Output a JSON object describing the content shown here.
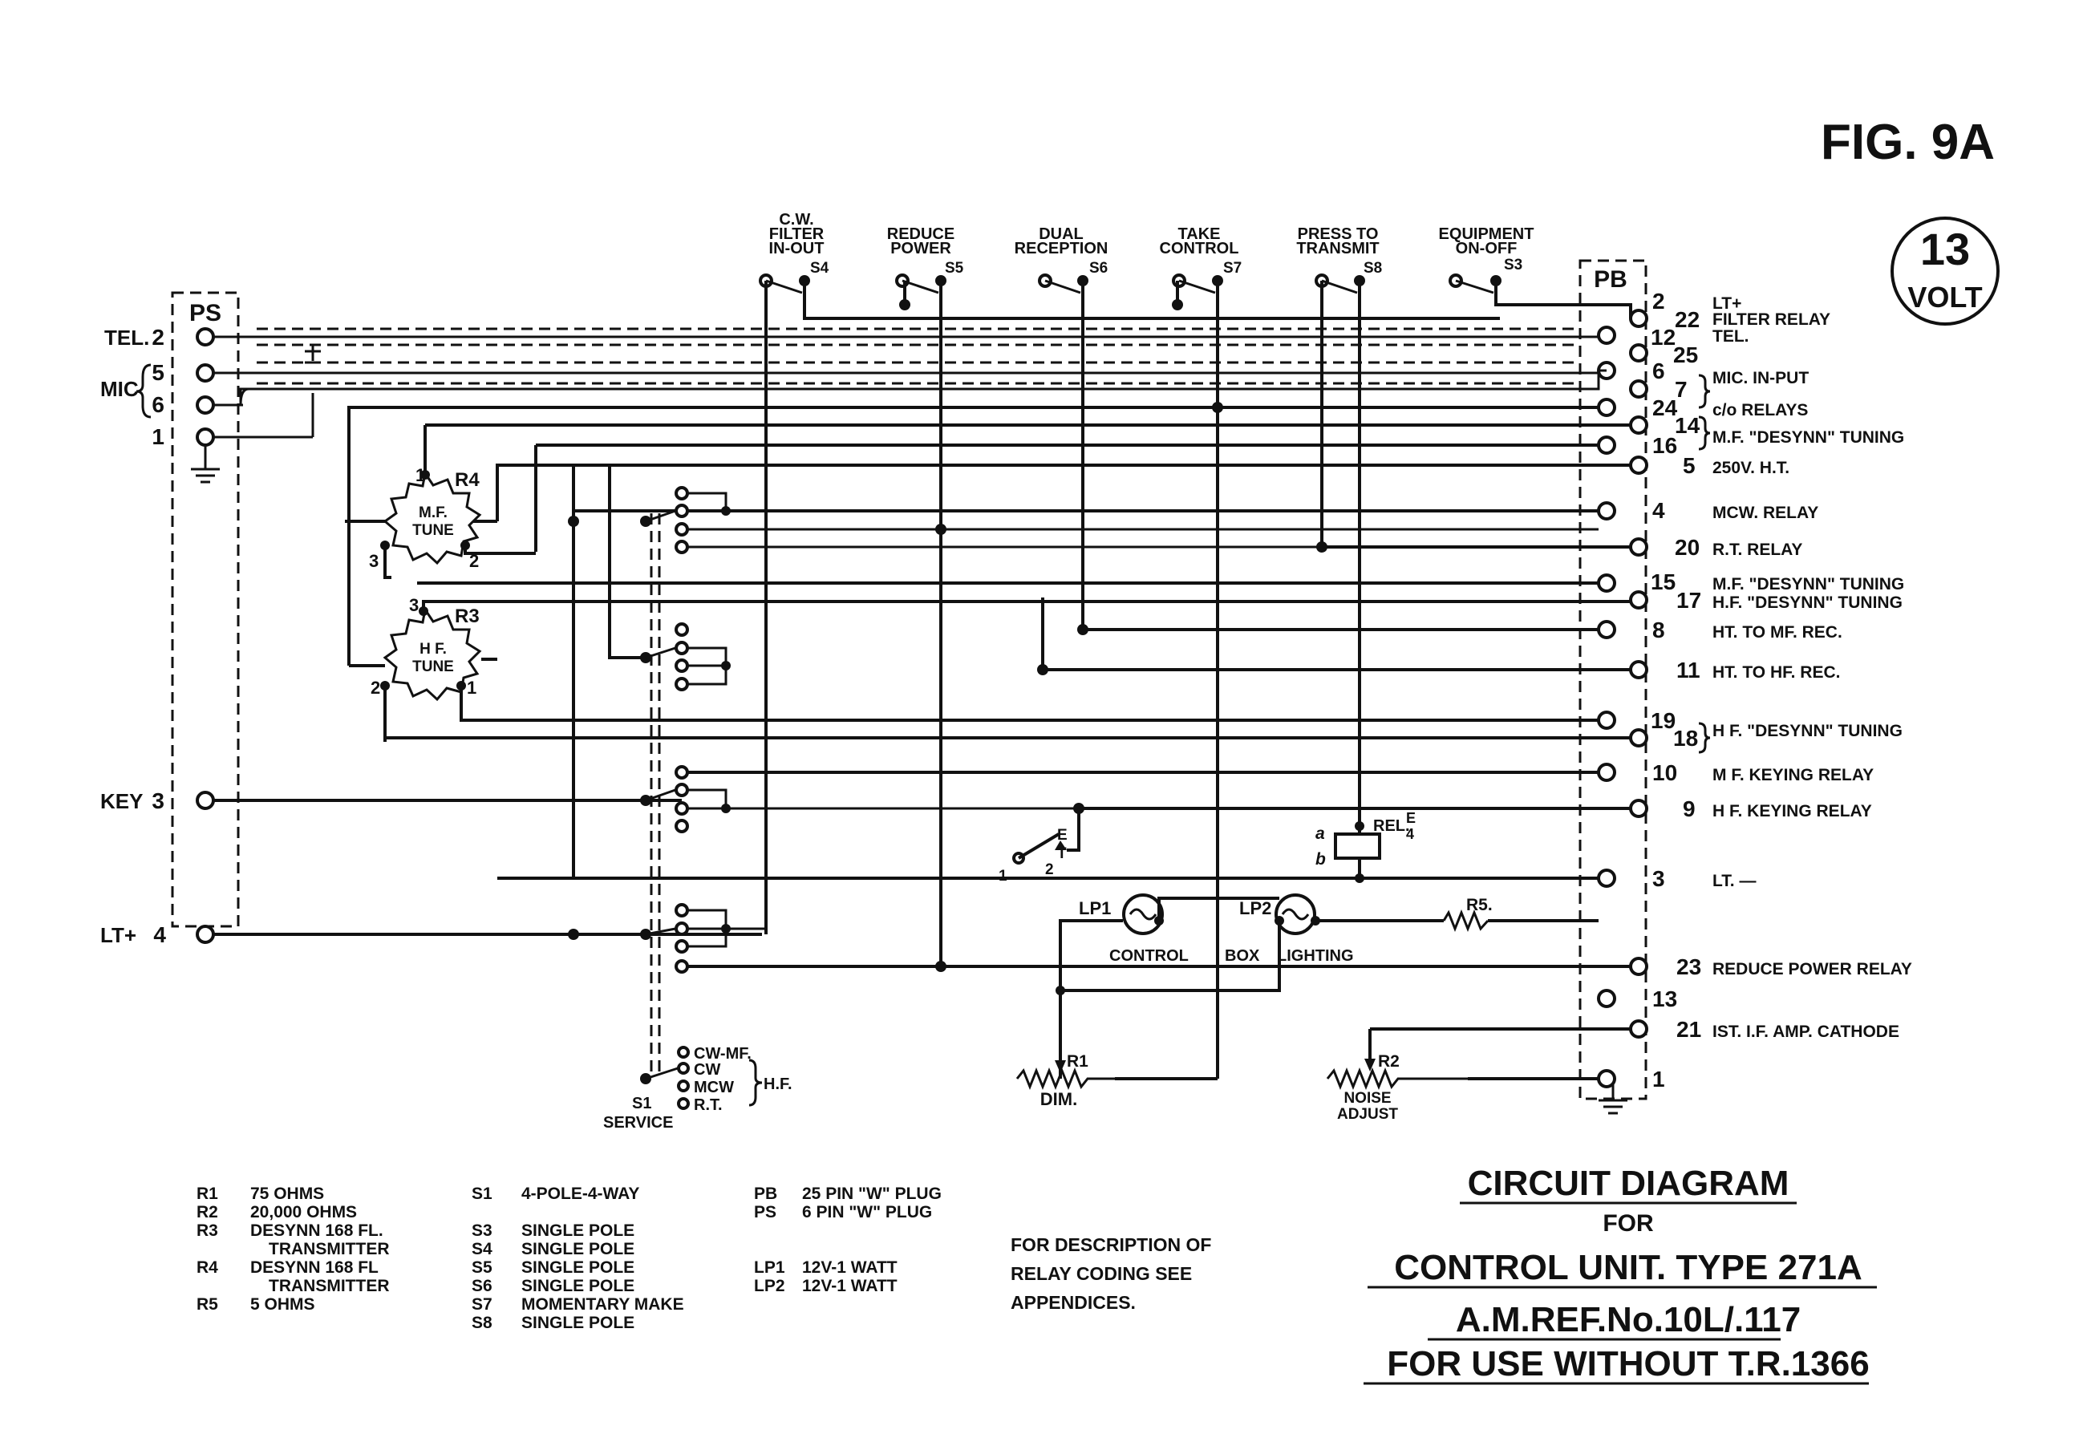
{
  "fig_label": "FIG. 9A",
  "volt_badge": {
    "num": "13",
    "word": "VOLT"
  },
  "ps": {
    "title": "PS",
    "pins": [
      {
        "name": "TEL.",
        "num": "2"
      },
      {
        "name": "",
        "num": "5"
      },
      {
        "name": "",
        "num": "6"
      },
      {
        "name": "",
        "num": "1"
      },
      {
        "name": "KEY",
        "num": "3"
      },
      {
        "name": "LT+",
        "num": "4"
      }
    ],
    "mic_label": "MIC"
  },
  "pb": {
    "title": "PB",
    "pins": [
      {
        "num": "2",
        "label": "LT+"
      },
      {
        "num": "22",
        "label": "FILTER RELAY"
      },
      {
        "num": "12",
        "label": "TEL."
      },
      {
        "num": "25",
        "label": ""
      },
      {
        "num": "6",
        "label": ""
      },
      {
        "num": "7",
        "label": "MIC. IN-PUT"
      },
      {
        "num": "24",
        "label": "c/o RELAYS"
      },
      {
        "num": "14",
        "label": ""
      },
      {
        "num": "16",
        "label": "M.F. \"DESYNN\" TUNING"
      },
      {
        "num": "5",
        "label": "250V. H.T."
      },
      {
        "num": "4",
        "label": "MCW. RELAY"
      },
      {
        "num": "20",
        "label": "R.T. RELAY"
      },
      {
        "num": "15",
        "label": "M.F. \"DESYNN\" TUNING"
      },
      {
        "num": "17",
        "label": "H.F. \"DESYNN\" TUNING"
      },
      {
        "num": "8",
        "label": "HT. TO MF. REC."
      },
      {
        "num": "11",
        "label": "HT. TO HF. REC."
      },
      {
        "num": "19",
        "label": ""
      },
      {
        "num": "18",
        "label": "H F. \"DESYNN\" TUNING"
      },
      {
        "num": "10",
        "label": "M F. KEYING RELAY"
      },
      {
        "num": "9",
        "label": "H F. KEYING RELAY"
      },
      {
        "num": "3",
        "label": "LT. —"
      },
      {
        "num": "23",
        "label": "REDUCE POWER RELAY"
      },
      {
        "num": "13",
        "label": ""
      },
      {
        "num": "21",
        "label": "IST. I.F. AMP. CATHODE"
      },
      {
        "num": "1",
        "label": ""
      }
    ]
  },
  "switches": [
    {
      "lines": [
        "C.W.",
        "FILTER",
        "IN-OUT"
      ],
      "id": "S4"
    },
    {
      "lines": [
        "REDUCE",
        "POWER"
      ],
      "id": "S5"
    },
    {
      "lines": [
        "DUAL",
        "RECEPTION"
      ],
      "id": "S6"
    },
    {
      "lines": [
        "TAKE",
        "CONTROL"
      ],
      "id": "S7"
    },
    {
      "lines": [
        "PRESS TO",
        "TRANSMIT"
      ],
      "id": "S8"
    },
    {
      "lines": [
        "EQUIPMENT",
        "ON-OFF"
      ],
      "id": "S3"
    }
  ],
  "components": {
    "r4": {
      "ref": "R4",
      "line1": "M.F.",
      "line2": "TUNE",
      "p1": "1",
      "p2": "2",
      "p3": "3"
    },
    "r3": {
      "ref": "R3",
      "line1": "H F.",
      "line2": "TUNE",
      "p1": "1",
      "p2": "2",
      "p3": "3"
    },
    "relay": {
      "a": "a",
      "b": "b",
      "ref": "REL.",
      "frac_top": "E",
      "frac_bot": "4"
    },
    "key_e": {
      "frac_top": "E",
      "frac_bot": "T",
      "p1": "1",
      "p2": "2"
    },
    "lp1": "LP1",
    "lp2": "LP2",
    "lamp_caption": [
      "CONTROL",
      "BOX",
      "LIGHTING"
    ],
    "r5": "R5.",
    "r1": {
      "ref": "R1",
      "caption": "DIM."
    },
    "r2": {
      "ref": "R2",
      "caption": [
        "NOISE",
        "ADJUST"
      ]
    },
    "s1": {
      "ref": "S1",
      "caption": "SERVICE",
      "positions": [
        "CW-MF.",
        "CW",
        "MCW",
        "R.T."
      ],
      "hf": "H.F."
    }
  },
  "legend": {
    "col1": [
      [
        "R1",
        "75  OHMS"
      ],
      [
        "R2",
        "20,000 OHMS"
      ],
      [
        "R3",
        "DESYNN 168 FL."
      ],
      [
        "",
        "TRANSMITTER"
      ],
      [
        "R4",
        "DESYNN 168 FL"
      ],
      [
        "",
        "TRANSMITTER"
      ],
      [
        "R5",
        "5  OHMS"
      ]
    ],
    "col2": [
      [
        "S1",
        "4-POLE-4-WAY"
      ],
      [
        "",
        ""
      ],
      [
        "S3",
        "SINGLE  POLE"
      ],
      [
        "S4",
        "SINGLE  POLE"
      ],
      [
        "S5",
        "SINGLE  POLE"
      ],
      [
        "S6",
        "SINGLE  POLE"
      ],
      [
        "S7",
        "MOMENTARY MAKE"
      ],
      [
        "S8",
        "SINGLE POLE"
      ]
    ],
    "col3": [
      [
        "PB",
        "25 PIN \"W\" PLUG"
      ],
      [
        "PS",
        "6 PIN \"W\" PLUG"
      ],
      [
        "",
        ""
      ],
      [
        "",
        ""
      ],
      [
        "LP1",
        "12V-1 WATT"
      ],
      [
        "LP2",
        "12V-1 WATT"
      ]
    ],
    "note": [
      "FOR  DESCRIPTION  OF",
      "RELAY  CODING  SEE",
      "APPENDICES."
    ]
  },
  "title_block": {
    "line1": "CIRCUIT  DIAGRAM",
    "line2": "FOR",
    "line3": "CONTROL UNIT. TYPE 271A",
    "line4": "A.M.REF.No.10L/.117",
    "line5": "FOR USE WITHOUT T.R.1366"
  }
}
